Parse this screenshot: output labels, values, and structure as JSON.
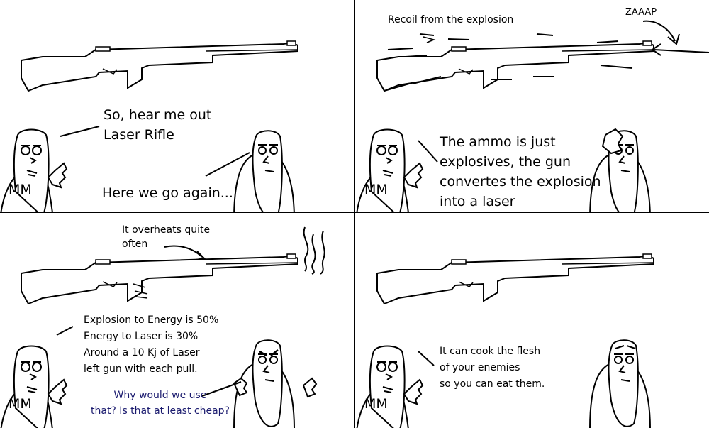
{
  "characters": {
    "left_label": "MM"
  },
  "panel1": {
    "speech_mm": "So, hear me out\nLaser Rifle",
    "speech_friend": "Here we go again..."
  },
  "panel2": {
    "caption_recoil": "Recoil from the explosion",
    "sound_effect": "ZAAAP",
    "speech_mm": "The ammo is just\nexplosives, the gun\nconvertes the explosion\ninto a laser"
  },
  "panel3": {
    "caption_overheat": "It overheats quite\noften",
    "speech_mm": "Explosion to Energy is 50%\nEnergy to Laser is 30%\nAround a 10 Kj of Laser\nleft gun with each pull.",
    "speech_friend": "Why would we use\nthat?  Is that at least cheap?"
  },
  "panel4": {
    "speech_mm": "It can cook the flesh\nof your enemies\nso you can eat them."
  }
}
